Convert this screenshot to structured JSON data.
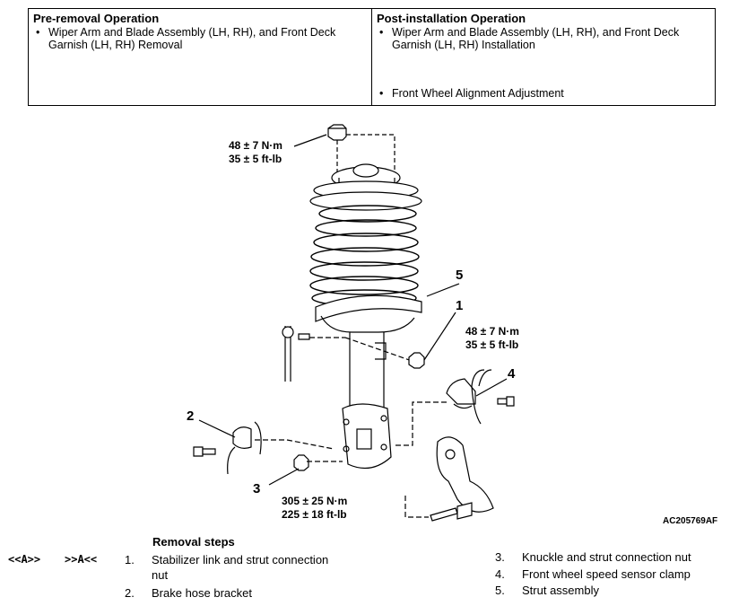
{
  "pre_removal": {
    "title": "Pre-removal Operation",
    "items": [
      "Wiper Arm  and Blade Assembly (LH, RH), and Front Deck Garnish (LH, RH) Removal"
    ]
  },
  "post_installation": {
    "title": "Post-installation Operation",
    "items": [
      "Wiper Arm  and Blade Assembly (LH, RH), and Front Deck Garnish (LH, RH) Installation",
      "Front Wheel Alignment Adjustment"
    ]
  },
  "bullet": "•",
  "torque": {
    "top": [
      "48 ± 7 N·m",
      "35 ± 5 ft-lb"
    ],
    "right": [
      "48 ± 7 N·m",
      "35 ± 5 ft-lb"
    ],
    "bottom": [
      "305 ± 25 N·m",
      "225 ± 18 ft-lb"
    ]
  },
  "callouts": [
    "1",
    "2",
    "3",
    "4",
    "5"
  ],
  "figure_code": "AC205769AF",
  "removal_steps": {
    "title": "Removal steps",
    "ref_left": "<<A>>",
    "ref_right": ">>A<<",
    "steps": [
      {
        "num": "1.",
        "lines": [
          "Stabilizer link and strut connection",
          "nut"
        ]
      },
      {
        "num": "2.",
        "lines": [
          "Brake hose bracket"
        ]
      },
      {
        "num": "3.",
        "lines": [
          "Knuckle and strut connection nut"
        ]
      },
      {
        "num": "4.",
        "lines": [
          "Front wheel speed sensor clamp"
        ]
      },
      {
        "num": "5.",
        "lines": [
          "Strut assembly"
        ]
      }
    ]
  }
}
